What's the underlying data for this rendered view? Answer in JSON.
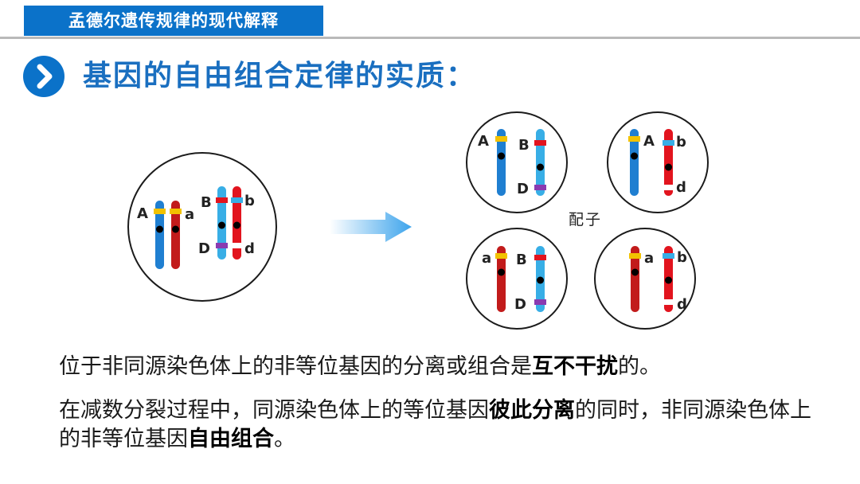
{
  "header": {
    "title": "孟德尔遗传规律的现代解释"
  },
  "heading": {
    "text": "基因的自由组合定律的实质："
  },
  "diagram": {
    "parent_cell": {
      "labels": {
        "A": "A",
        "a": "a",
        "B": "B",
        "b": "b",
        "D": "D",
        "d": "d"
      }
    },
    "gametes_label": "配子",
    "gametes": [
      {
        "gene1": "A",
        "gene2": "B",
        "gene3": "D"
      },
      {
        "gene1": "A",
        "gene2": "b",
        "gene3": "d"
      },
      {
        "gene1": "a",
        "gene2": "B",
        "gene3": "D"
      },
      {
        "gene1": "a",
        "gene2": "b",
        "gene3": "d"
      }
    ],
    "colors": {
      "blue": "#1f7fd1",
      "light_blue": "#38aee6",
      "dark_red": "#c21b1b",
      "red": "#e2141e",
      "yellow": "#f2c200",
      "purple": "#8a3ab0",
      "accent": "#0b72c9"
    }
  },
  "paragraph1": {
    "text_before": "位于非同源染色体上的非等位基因的分离或组合是",
    "bold": "互不干扰",
    "text_after": "的。"
  },
  "paragraph2": {
    "text_1": "在减数分裂过程中，同源染色体上的等位基因",
    "bold_1": "彼此分离",
    "text_2": "的同时，非同源染色体上的非等位基因",
    "bold_2": "自由组合",
    "text_3": "。"
  }
}
